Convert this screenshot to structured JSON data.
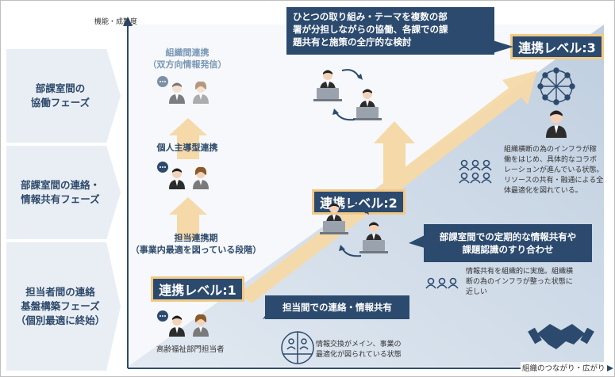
{
  "axis": {
    "y_label": "機能・成熟度",
    "x_label": "組織のつながり・広がり"
  },
  "phases": [
    {
      "label": "部課室間の\n協働フェーズ"
    },
    {
      "label": "部課室間の連絡・\n情報共有フェーズ"
    },
    {
      "label": "担当者間の連絡\n基盤構築フェーズ\n（個別最適に終始）"
    }
  ],
  "levels": {
    "level1": "連携レベル:1",
    "level2": "連携レベル:2",
    "level3": "連携レベル:3"
  },
  "stages": {
    "org_collab": "組織間連携\n（双方向情報発信）",
    "individual_led": "個人主導型連携",
    "staff_collab": "担当連携期\n（事業内最適を図っている段階）",
    "staff_caption": "高齢福祉部門担当者"
  },
  "bubbles": {
    "level1": "担当間での連絡・情報共有",
    "level2": "部課室間での定期的な情報共有や\n課題認識のすり合わせ",
    "level3": "ひとつの取り組み・テーマを複数の部\n署が分担しながらの協働、各課での課\n題共有と施策の全庁的な検討"
  },
  "notes": {
    "level1": "情報交換がメイン、事業の\n最適化が図られている状態",
    "level2": "情報共有を組織的に実施。組織横\n断の為のインフラが整った状態に\n近しい",
    "level3": "組織横断の為のインフラが稼\n働をはじめ、具体的なコラボ\nレーションが進んでいる状態。\nリソースの共有・融通による全\n体最適化を図れている。"
  },
  "colors": {
    "navy": "#2c4a6e",
    "accent": "#f1c987",
    "arrow": "#f5d9a8",
    "panel": "#e6ecf3",
    "background_band": "#c9d6e4"
  }
}
